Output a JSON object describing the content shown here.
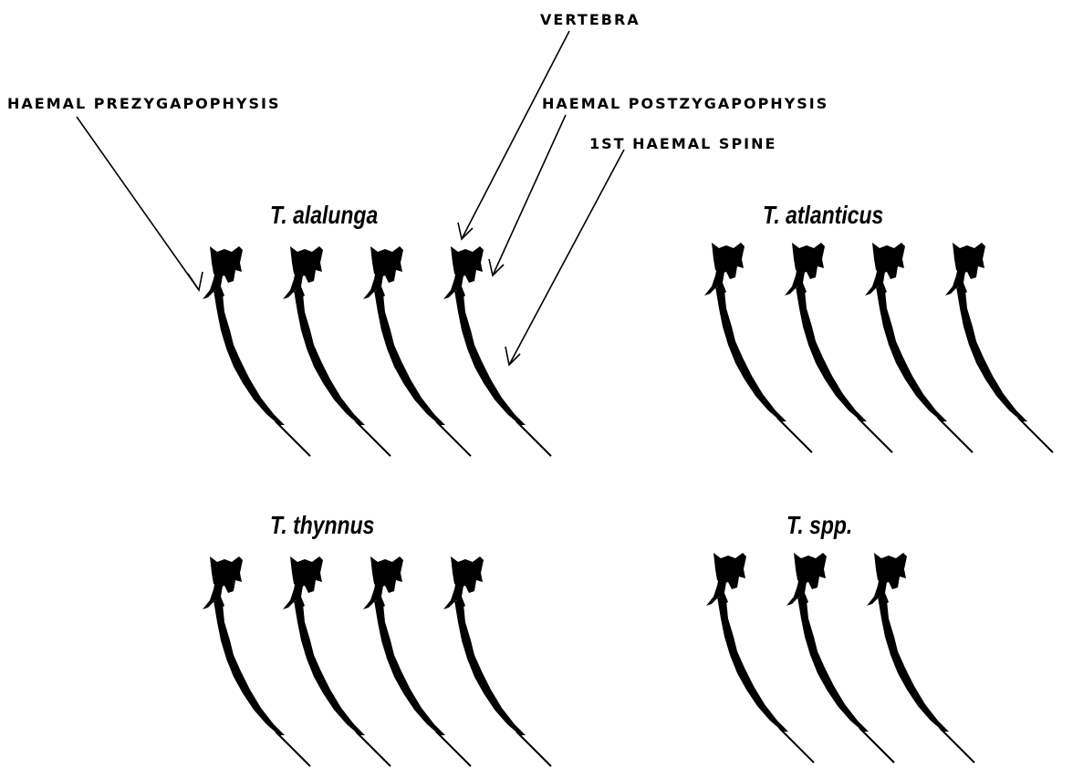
{
  "annotations": {
    "vertebra": "VERTEBRA",
    "haemal_prezygapophysis": "HAEMAL  PREZYGAPOPHYSIS",
    "haemal_postzygapophysis": "HAEMAL  POSTZYGAPOPHYSIS",
    "first_haemal_spine": "1ST  HAEMAL  SPINE"
  },
  "species": [
    {
      "name": "T. alalunga",
      "vertebra_count": 4
    },
    {
      "name": "T. atlanticus",
      "vertebra_count": 4
    },
    {
      "name": "T. thynnus",
      "vertebra_count": 4
    },
    {
      "name": "T. spp.",
      "vertebra_count": 3
    }
  ],
  "colors": {
    "ink": "#000000",
    "background": "#ffffff"
  }
}
